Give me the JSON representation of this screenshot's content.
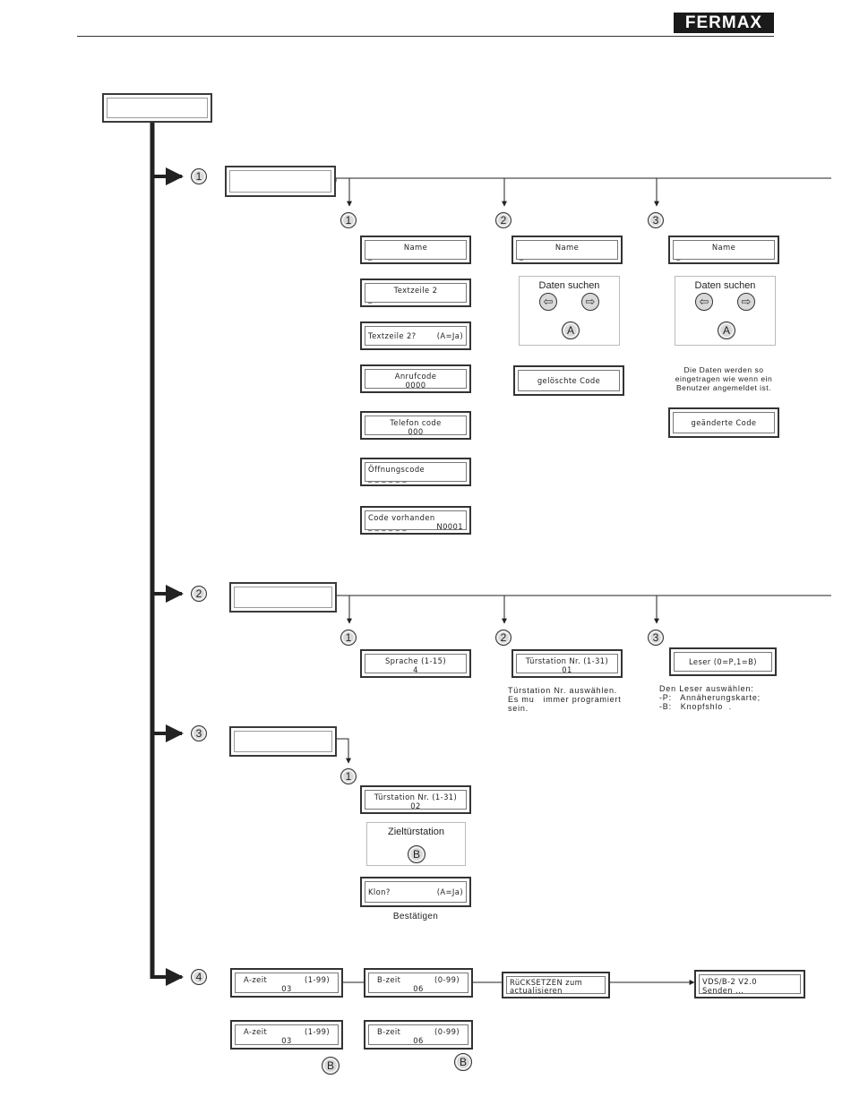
{
  "logo": "FERMAX",
  "badges": {
    "n1": "1",
    "n2": "2",
    "n3": "3",
    "n4": "4",
    "A": "A",
    "B": "B"
  },
  "section1": {
    "name_display": {
      "line1": "Name",
      "line2": "_"
    },
    "textzeile_display": {
      "line1": "Textzeile 2",
      "line2": "_"
    },
    "textzeile_q": {
      "left": "Textzeile 2?",
      "right": "(A=Ja)"
    },
    "anrufcode": {
      "line1": "Anrufcode",
      "line2": "0000"
    },
    "telefon": {
      "line1": "Telefon code",
      "line2": "000"
    },
    "oeffnung": {
      "line1": "Öffnungscode",
      "line2": "_ _ _ _ _ _"
    },
    "vorhanden": {
      "line1": "Code vorhanden",
      "line2_left": "_ _ _ _ _ _",
      "line2_right": "N0001"
    },
    "delete_name": {
      "line1": "Name",
      "line2": "_"
    },
    "search_title": "Daten suchen",
    "geloeschte": "gelöschte Code",
    "modify_name": {
      "line1": "Name",
      "line2": "_"
    },
    "modify_note": "Die Daten werden so\neingetragen wie wenn ein\nBenutzer angemeldet ist.",
    "geaenderte": "geänderte Code"
  },
  "section2": {
    "sprache": {
      "line1": "Sprache (1-15)",
      "line2": "4"
    },
    "tuerstation": {
      "line1": "Türstation Nr. (1-31)",
      "line2": "01"
    },
    "tuer_note": "Türstation Nr. auswählen.\nEs mu   immer programiert\nsein.",
    "leser": "Leser (0=P,1=B)",
    "leser_note": "Den Leser auswählen:\n-P:   Annäherungskarte;\n-B:   Knopfshlo  ."
  },
  "section3": {
    "tuerstation": {
      "line1": "Türstation Nr. (1-31)",
      "line2": "02"
    },
    "ziel": "Zieltürstation",
    "klon": {
      "left": "Klon?",
      "right": "(A=Ja)"
    },
    "bestaetigen": "Bestätigen"
  },
  "section4": {
    "azeit": {
      "line1_left": "A-zeit",
      "line1_right": "(1-99)",
      "line2": "03"
    },
    "bzeit": {
      "line1_left": "B-zeit",
      "line1_right": "(0-99)",
      "line2": "06"
    },
    "reset": {
      "line1": "RüCKSETZEN zum",
      "line2": "actualisieren"
    },
    "vds": {
      "line1": "VDS/B-2 V2.0",
      "line2": "Senden ..."
    },
    "azeit_b": {
      "line1_left": "A-zeit",
      "line1_right": "(1-99)",
      "line2": "03"
    },
    "bzeit_b": {
      "line1_left": "B-zeit",
      "line1_right": "(0-99)",
      "line2": "06"
    }
  }
}
